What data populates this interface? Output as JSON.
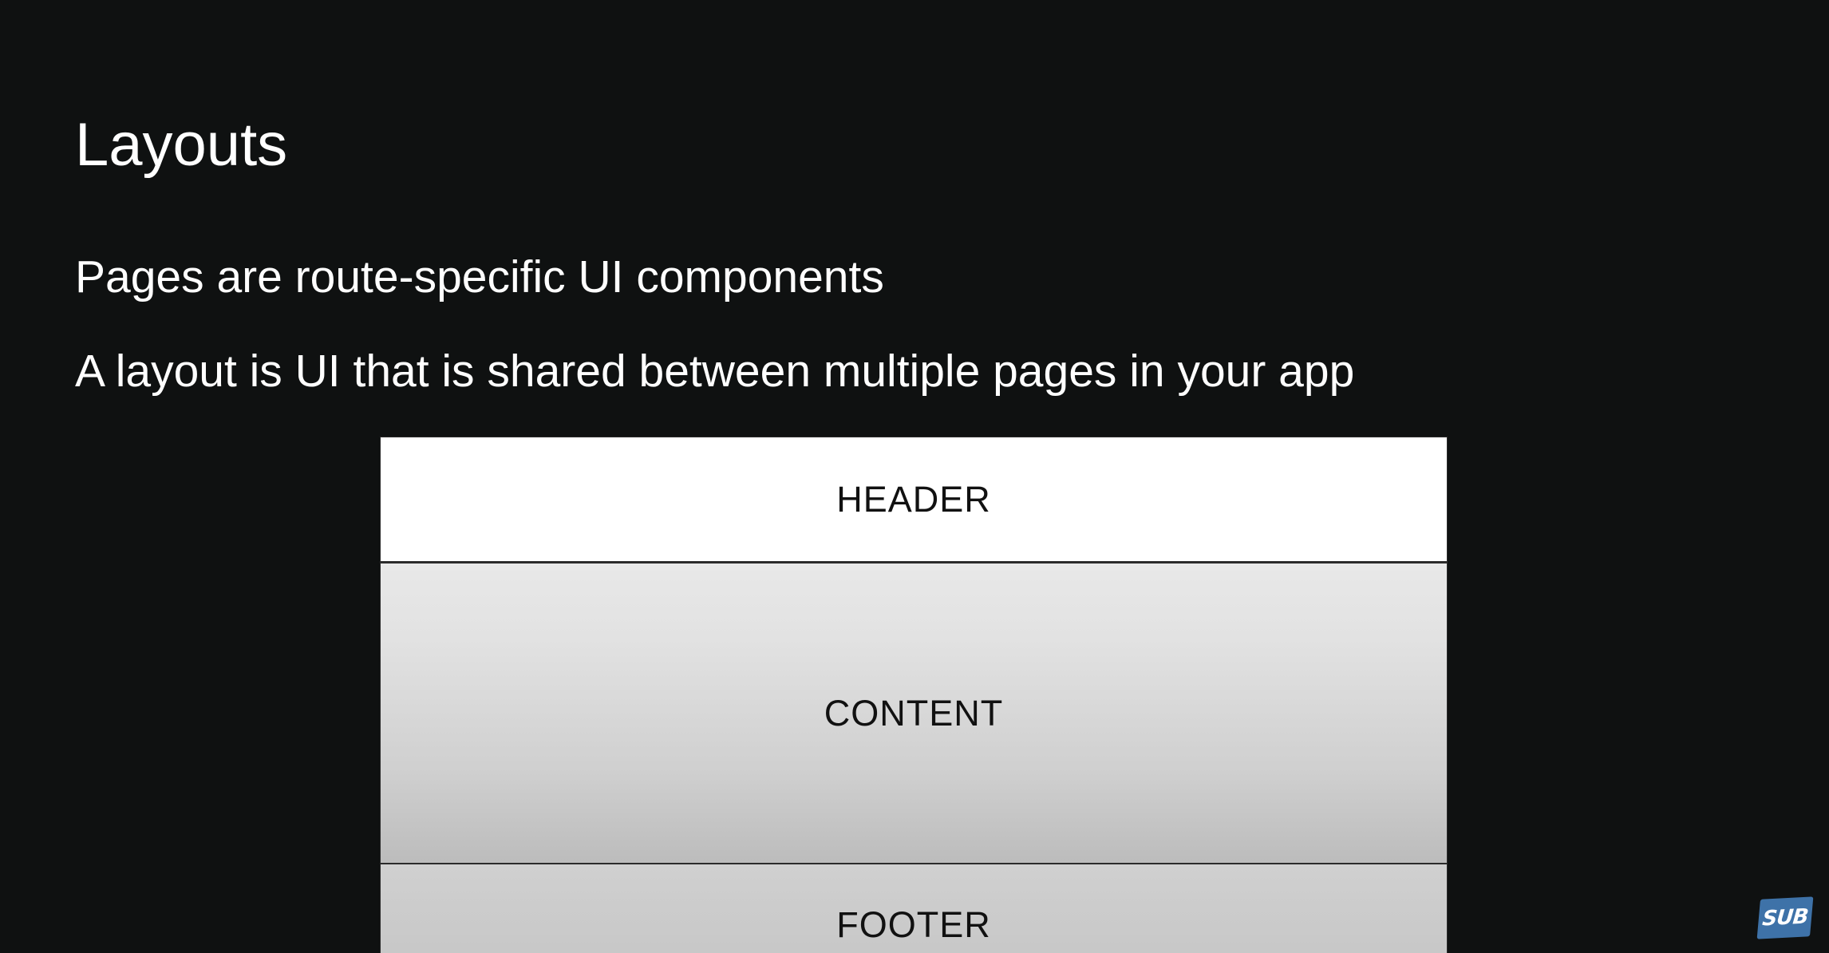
{
  "slide": {
    "title": "Layouts",
    "bullets": [
      "Pages are route-specific UI components",
      "A layout is UI that is shared between multiple pages in your app"
    ]
  },
  "diagram": {
    "header_label": "HEADER",
    "content_label": "CONTENT",
    "footer_label": "FOOTER"
  },
  "badge": {
    "label": "SUB",
    "color": "#3e72a8"
  },
  "colors": {
    "background": "#0f1111",
    "text": "#ffffff"
  }
}
